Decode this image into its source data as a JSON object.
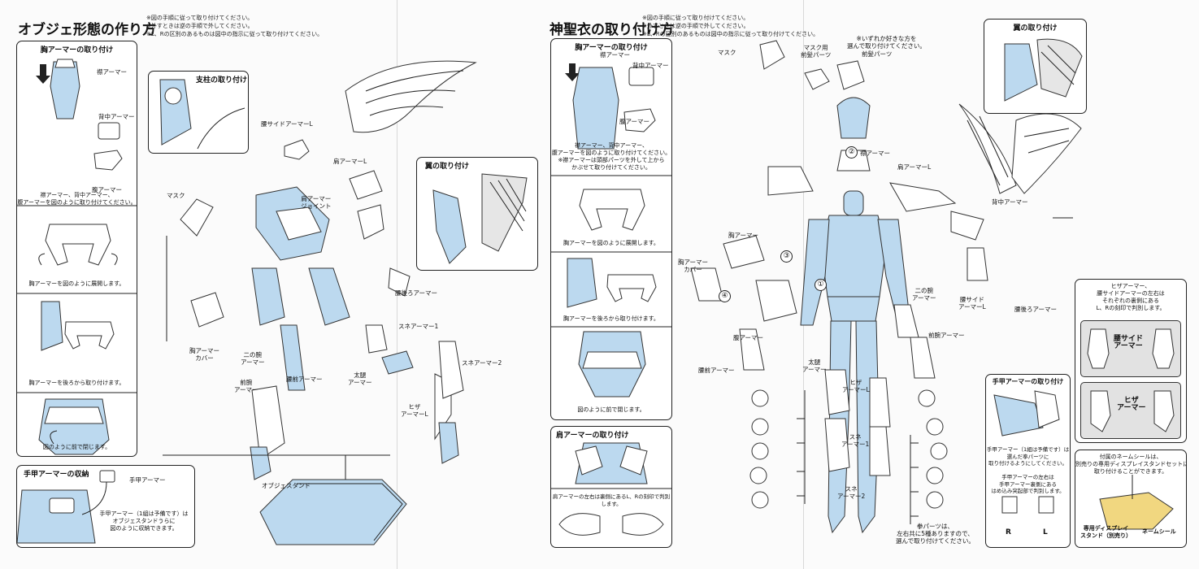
{
  "left": {
    "title": "オブジェ形態の作り方",
    "notes": [
      "※図の手順に従って取り付けてください。",
      "※外すときは逆の手順で外してください。",
      "※L、Rの区別のあるものは図中の指示に従って取り付けてください。"
    ],
    "chest_box": {
      "title": "胸アーマーの取り付け",
      "labels": {
        "eri": "襟アーマー",
        "back": "背中アーマー",
        "belly": "腹アーマー"
      },
      "cap1": [
        "襟アーマー、背中アーマー、",
        "腹アーマーを図のように取り付けてください。"
      ],
      "cap2": "胸アーマーを図のように展開します。",
      "cap3": "胸アーマーを後ろから取り付けます。",
      "cap4": "図のように前で閉じます。"
    },
    "storage_box": {
      "title": "手甲アーマーの収納",
      "label": "手甲アーマー",
      "cap": [
        "手甲アーマー（1組は予備です）は",
        "オブジェスタンドうらに",
        "図のように収納できます。"
      ]
    },
    "pillar_box": {
      "title": "支柱の取り付け"
    },
    "wing_box": {
      "title": "翼の取り付け"
    },
    "parts": {
      "mask": "マスク",
      "waist_side_l": "腰サイドアーマーL",
      "shoulder_l": "肩アーマーL",
      "shoulder_joint": [
        "肩アーマー",
        "ジョイント"
      ],
      "waist_back": "腰後ろアーマー",
      "shin1": "スネアーマー1",
      "shin2": "スネアーマー2",
      "chest_cover": [
        "胸アーマー",
        "カバー"
      ],
      "upper_arm": [
        "二の腕",
        "アーマー"
      ],
      "forearm": [
        "前腕",
        "アーマー"
      ],
      "waist_front": "腰前アーマー",
      "thigh": [
        "太腿",
        "アーマー"
      ],
      "knee_l": [
        "ヒザ",
        "アーマーL"
      ],
      "stand": "オブジェスタンド"
    }
  },
  "right": {
    "title": "神聖衣の取り付け方",
    "notes": [
      "※図の手順に従って取り付けてください。",
      "※外すときは逆の手順で外してください。",
      "※L、Rの区別のあるものは図中の指示に従って取り付けてください。"
    ],
    "chest_box": {
      "title": "胸アーマーの取り付け",
      "labels": {
        "eri": "襟アーマー",
        "back": "背中アーマー",
        "belly": "腹アーマー"
      },
      "cap1": [
        "襟アーマー、背中アーマー、",
        "腹アーマーを図のように取り付けてください。",
        "※襟アーマーは頭部パーツを外して上から",
        "かぶせて取り付けてください。"
      ],
      "cap2": "胸アーマーを図のように展開します。",
      "cap3": "胸アーマーを後ろから取り付けます。",
      "cap4": "図のように前で閉じます。"
    },
    "shoulder_box": {
      "title": "肩アーマーの取り付け",
      "cap": "肩アーマーの左右は裏側にあるL、Rの刻印で判別します。"
    },
    "wing_box": {
      "title": "翼の取り付け"
    },
    "parts": {
      "mask": "マスク",
      "mask_front_hair": [
        "マスク用",
        "前髪パーツ"
      ],
      "choose_note": [
        "※いずれか好きな方を",
        "選んで取り付けてください。"
      ],
      "front_hair": "前髪パーツ",
      "eri": "襟アーマー",
      "shoulder_l": "肩アーマーL",
      "back": "背中アーマー",
      "chest": "胸アーマー",
      "chest_cover": [
        "胸アーマー",
        "カバー"
      ],
      "belly": "腹アーマー",
      "waist_front": "腰前アーマー",
      "upper_arm": [
        "二の腕",
        "アーマー"
      ],
      "waist_side_l": [
        "腰サイド",
        "アーマーL"
      ],
      "waist_back": "腰後ろアーマー",
      "forearm": "前腕アーマー",
      "thigh": [
        "太腿",
        "アーマー"
      ],
      "knee_l": [
        "ヒザ",
        "アーマーL"
      ],
      "shin1": [
        "スネ",
        "アーマー1"
      ],
      "shin2": [
        "スネ",
        "アーマー2"
      ],
      "fist_note": [
        "拳パーツは、",
        "左右共に5種ありますので、",
        "選んで取り付けてください。"
      ]
    },
    "info": {
      "top": [
        "ヒザアーマー、",
        "腰サイドアーマーの左右は",
        "それぞれの裏側にある",
        "L、Rの刻印で判別します。"
      ],
      "waist_side": [
        "腰サイド",
        "アーマー"
      ],
      "knee": [
        "ヒザ",
        "アーマー"
      ],
      "r": "R",
      "l": "L"
    },
    "gauntlet_box": {
      "title": "手甲アーマーの取り付け",
      "cap1": [
        "手甲アーマー（1組は予備です）は",
        "選んだ拳パーツに",
        "取り付けるようにしてください。"
      ],
      "cap2": [
        "手甲アーマーの左右は",
        "手甲アーマー裏側にある",
        "はめ込み突起部で判別します。"
      ],
      "r": "R",
      "l": "L"
    },
    "nameplate_box": {
      "cap": [
        "付属のネームシールは、",
        "別売りの専用ディスプレイスタンドセットに",
        "取り付けることができます。"
      ],
      "stand": [
        "専用ディスプレイ",
        "スタンド（別売り）"
      ],
      "seal": "ネームシール"
    }
  },
  "steps": [
    "①",
    "②",
    "③",
    "④"
  ]
}
